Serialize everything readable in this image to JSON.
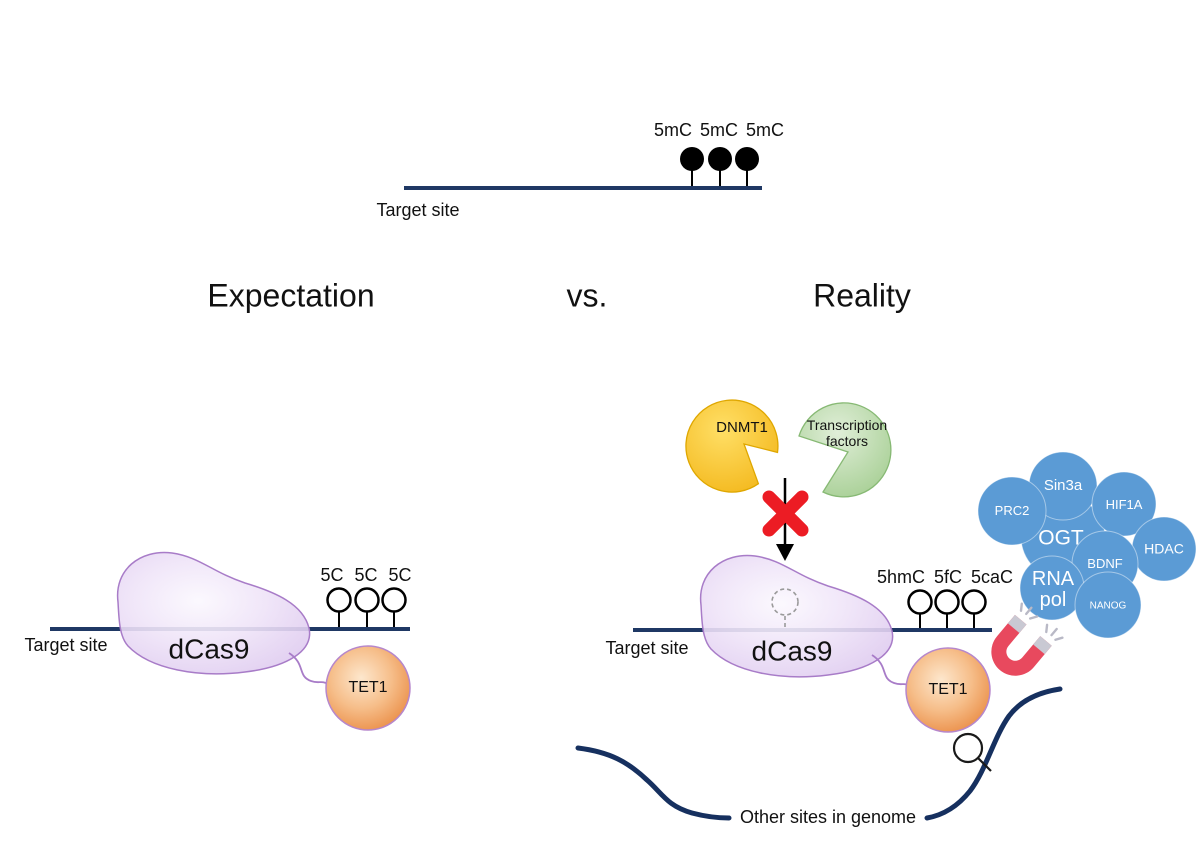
{
  "figure": {
    "headings": {
      "expectation": "Expectation",
      "versus": "vs.",
      "reality": "Reality"
    },
    "top": {
      "target_site": "Target site",
      "marks": [
        "5mC",
        "5mC",
        "5mC"
      ]
    },
    "expectation": {
      "target_site": "Target site",
      "protein": "dCas9",
      "effector": "TET1",
      "marks": [
        "5C",
        "5C",
        "5C"
      ]
    },
    "reality": {
      "target_site": "Target site",
      "protein": "dCas9",
      "effector": "TET1",
      "marks": [
        "5hmC",
        "5fC",
        "5caC"
      ],
      "blocked": {
        "enzyme": "DNMT1",
        "factors": "Transcription factors"
      },
      "interactors": {
        "sin3a": "Sin3a",
        "prc2": "PRC2",
        "hif1a": "HIF1A",
        "ogt": "OGT",
        "hdac": "HDAC",
        "bdnf": "BDNF",
        "rna_pol": "RNA pol",
        "nanog": "NANOG"
      },
      "genome": "Other sites in genome"
    },
    "colors": {
      "dna_line": "#1F3864",
      "genome_line": "#16305F",
      "dcas9_stroke": "#A87CC8",
      "tet1_stroke": "#B687CC",
      "dnmt1_fill": "#F6BE1E",
      "tf_fill": "#A8CF95",
      "bubble_fill": "#5B9BD5",
      "block_x": "#EC1C24",
      "magnet_red": "#E8495E",
      "magnet_tip": "#C9C9D3"
    }
  }
}
